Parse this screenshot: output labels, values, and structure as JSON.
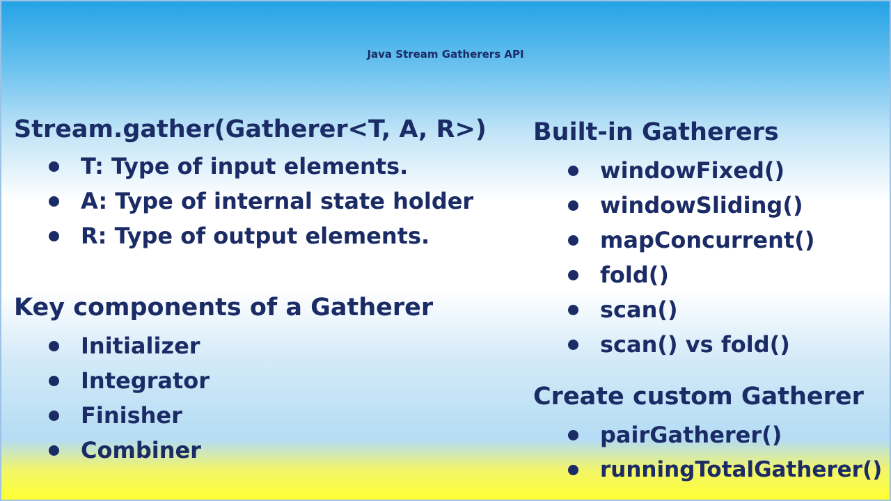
{
  "title": "Java Stream Gatherers API",
  "left": {
    "gather_heading": "Stream.gather(Gatherer<T,  A, R>)",
    "params": [
      "T: Type of input elements.",
      "A: Type of internal state holder",
      "R: Type of output elements."
    ],
    "components_heading": "Key components of a Gatherer",
    "components": [
      "Initializer",
      "Integrator",
      "Finisher",
      "Combiner"
    ]
  },
  "right": {
    "builtin_heading": "Built-in Gatherers",
    "builtin": [
      "windowFixed()",
      "windowSliding()",
      "mapConcurrent()",
      "fold()",
      "scan()",
      "scan() vs fold()"
    ],
    "custom_heading": "Create custom Gatherer",
    "custom": [
      "pairGatherer()",
      "runningTotalGatherer()"
    ]
  },
  "colors": {
    "text": "#1a2b65",
    "top_gradient": "#24a3e6",
    "bottom_band": "#ffff33"
  }
}
